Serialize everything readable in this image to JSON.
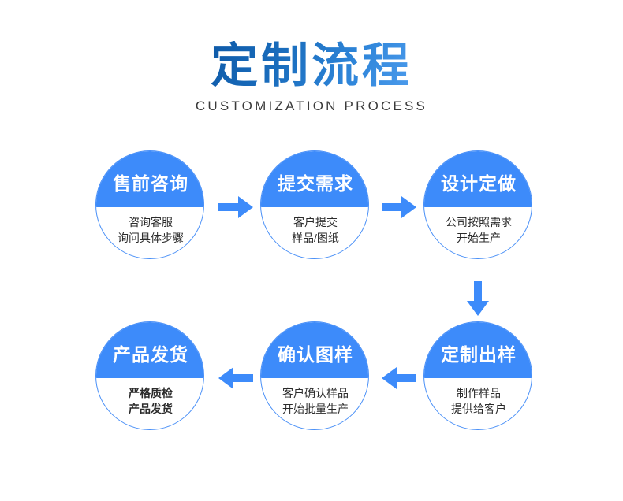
{
  "header": {
    "title": "定制流程",
    "subtitle": "CUSTOMIZATION PROCESS"
  },
  "colors": {
    "primary_blue": "#3d8bfa",
    "ring_blue": "#4a90f7",
    "arrow_blue": "#3d8bfa",
    "title_gradient_start": "#0e5aa8",
    "title_gradient_end": "#4d9ced",
    "subtitle_gray": "#3a3a3a",
    "body_text": "#2b2b2b",
    "background": "#ffffff"
  },
  "steps": [
    {
      "id": "step-1",
      "order": 1,
      "title": "售前咨询",
      "lines": [
        "咨询客服",
        "询问具体步骤"
      ],
      "bold_body": false
    },
    {
      "id": "step-2",
      "order": 2,
      "title": "提交需求",
      "lines": [
        "客户提交",
        "样品/图纸"
      ],
      "bold_body": false
    },
    {
      "id": "step-3",
      "order": 3,
      "title": "设计定做",
      "lines": [
        "公司按照需求",
        "开始生产"
      ],
      "bold_body": false
    },
    {
      "id": "step-4",
      "order": 4,
      "title": "定制出样",
      "lines": [
        "制作样品",
        "提供给客户"
      ],
      "bold_body": false
    },
    {
      "id": "step-5",
      "order": 5,
      "title": "确认图样",
      "lines": [
        "客户确认样品",
        "开始批量生产"
      ],
      "bold_body": false
    },
    {
      "id": "step-6",
      "order": 6,
      "title": "产品发货",
      "lines": [
        "严格质检",
        "产品发货"
      ],
      "bold_body": true
    }
  ],
  "connectors": [
    {
      "id": "arrow-1-to-2",
      "direction": "right",
      "from": "step-1",
      "to": "step-2"
    },
    {
      "id": "arrow-2-to-3",
      "direction": "right",
      "from": "step-2",
      "to": "step-3"
    },
    {
      "id": "arrow-3-to-4",
      "direction": "down",
      "from": "step-3",
      "to": "step-4"
    },
    {
      "id": "arrow-4-to-5",
      "direction": "left",
      "from": "step-4",
      "to": "step-5"
    },
    {
      "id": "arrow-5-to-6",
      "direction": "left",
      "from": "step-5",
      "to": "step-6"
    }
  ]
}
